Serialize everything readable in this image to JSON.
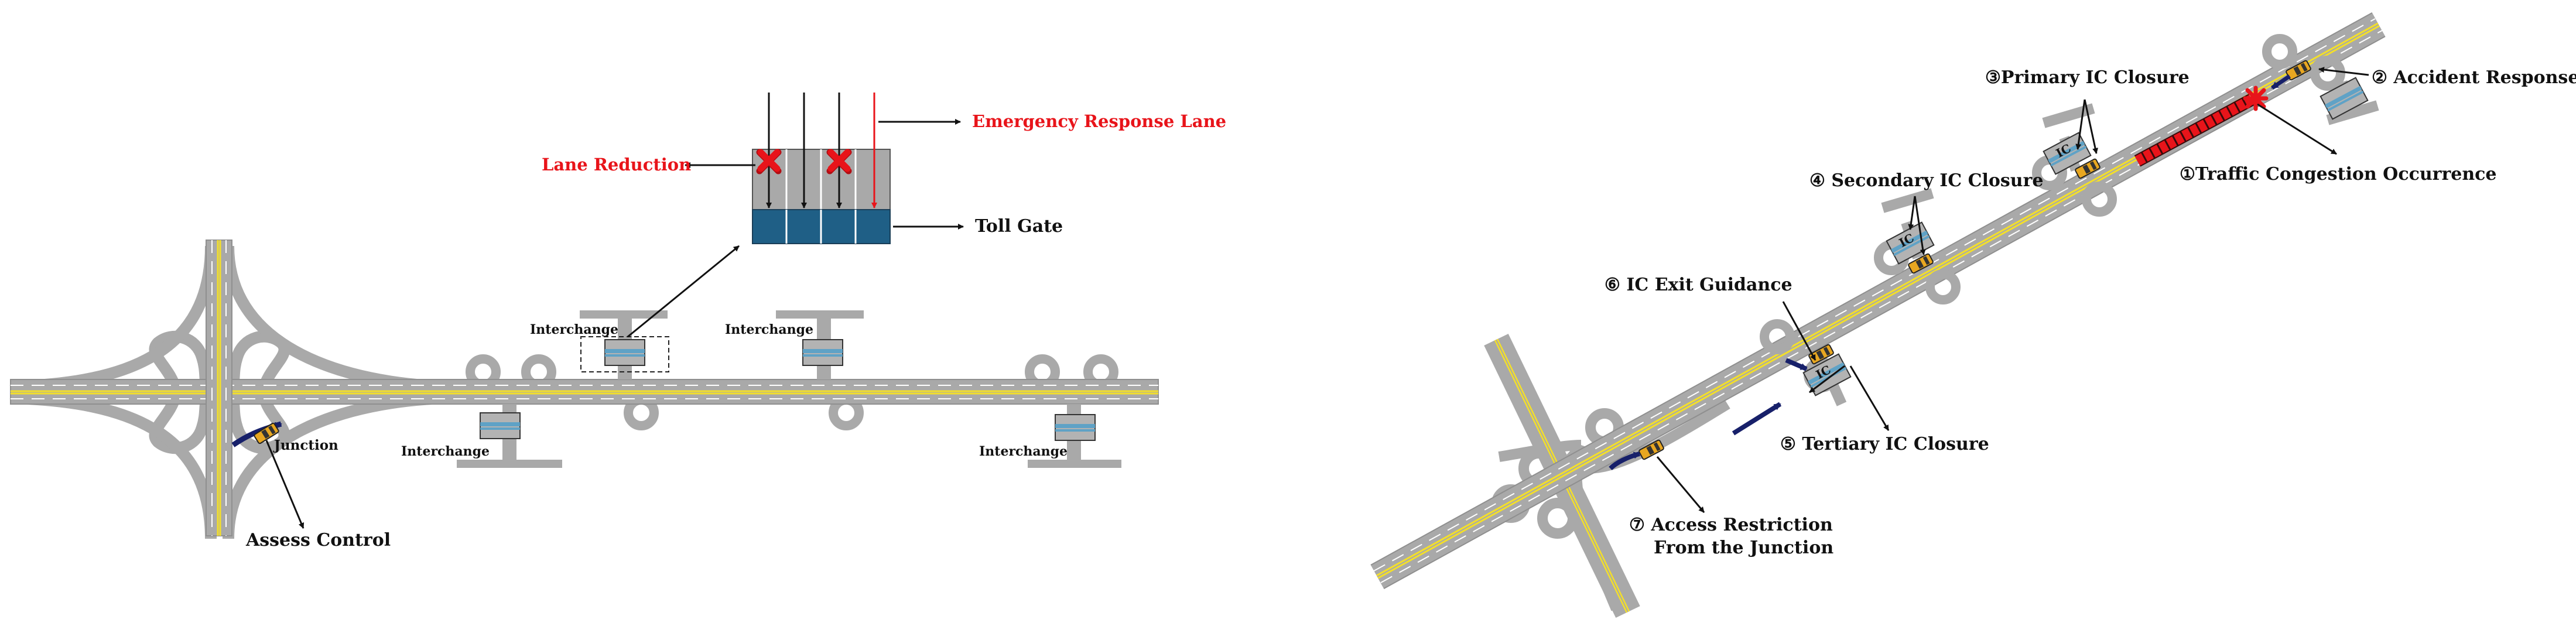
{
  "colors": {
    "road": "#a9a9a9",
    "road_edge": "#8f8f8f",
    "lane_white": "#ffffff",
    "center_yellow": "#f3df2a",
    "toll_gate": "#1f5f86",
    "interchange_fill": "#b3b3b3",
    "interchange_stripe": "#5fa2c6",
    "accent_red": "#e8141a",
    "vehicle": "#e8a721",
    "flow_arrow": "#17206a",
    "label_text": "#111111"
  },
  "left_diagram": {
    "emergency_response_lane": "Emergency Response Lane",
    "lane_reduction": "Lane Reduction",
    "toll_gate": "Toll Gate",
    "interchange_labels": [
      "Interchange",
      "Interchange",
      "Interchange",
      "Interchange"
    ],
    "junction": "Junction",
    "assess_control": "Assess Control"
  },
  "right_diagram": {
    "primary_ic_closure": "③Primary IC Closure",
    "accident_response": "② Accident Response",
    "traffic_congestion": "①Traffic Congestion Occurrence",
    "secondary_ic_closure": "④ Secondary IC Closure",
    "ic_exit_guidance": "⑥ IC Exit Guidance",
    "tertiary_ic_closure": "⑤ Tertiary IC Closure",
    "access_restriction_line1": "⑦ Access Restriction",
    "access_restriction_line2": "From the Junction",
    "ic_tag": "IC"
  }
}
